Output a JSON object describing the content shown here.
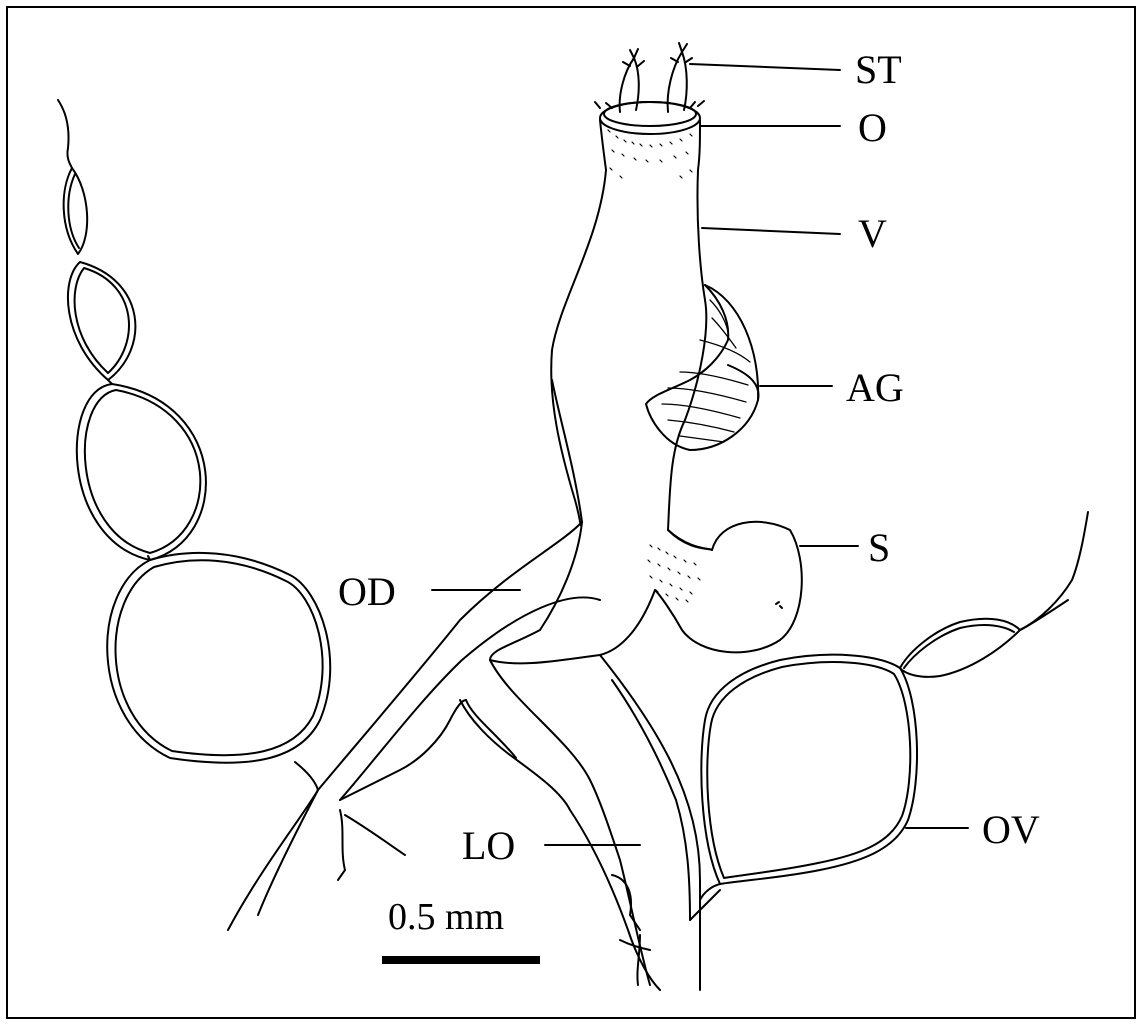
{
  "labels": {
    "ST": "ST",
    "O": "O",
    "V": "V",
    "AG": "AG",
    "S": "S",
    "OD": "OD",
    "LO": "LO",
    "OV": "OV"
  },
  "scale_bar": {
    "text": "0.5 mm"
  }
}
